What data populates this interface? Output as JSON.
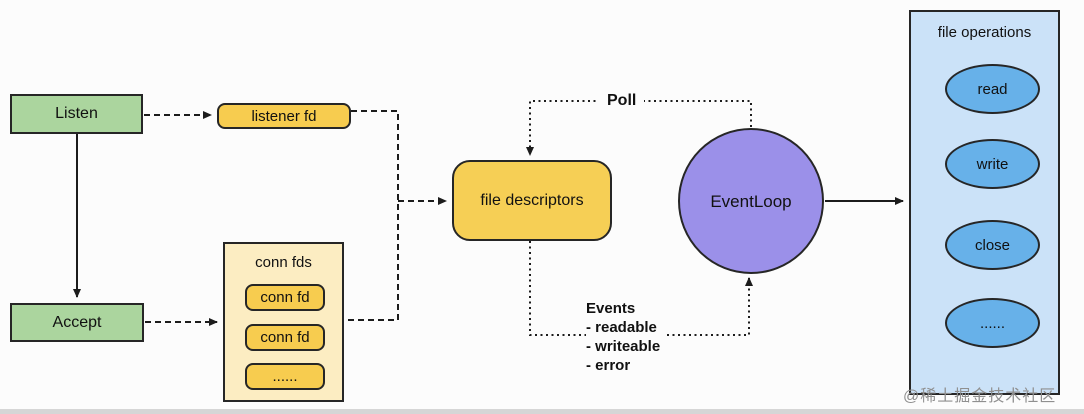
{
  "diagram": {
    "listen": "Listen",
    "accept": "Accept",
    "listener_fd": "listener fd",
    "conn_fds": {
      "title": "conn fds",
      "items": [
        "conn fd",
        "conn fd",
        "......"
      ]
    },
    "file_descriptors": "file descriptors",
    "event_loop": "EventLoop",
    "poll_label": "Poll",
    "events": {
      "title": "Events",
      "items": [
        "- readable",
        "- writeable",
        "- error"
      ]
    },
    "file_operations": {
      "title": "file operations",
      "items": [
        "read",
        "write",
        "close",
        "......"
      ]
    },
    "watermark": "@稀土掘金技术社区",
    "colors": {
      "bg": "#fcfcfc",
      "stroke": "#262626",
      "green": "#abd59e",
      "yellow": "#f7cc4f",
      "cream": "#fcedc2",
      "gold": "#f6cf55",
      "purple": "#9b90e9",
      "lightblue": "#cbe2f8",
      "blue": "#67b1e9",
      "wmgray": "#8f8f8f"
    }
  }
}
